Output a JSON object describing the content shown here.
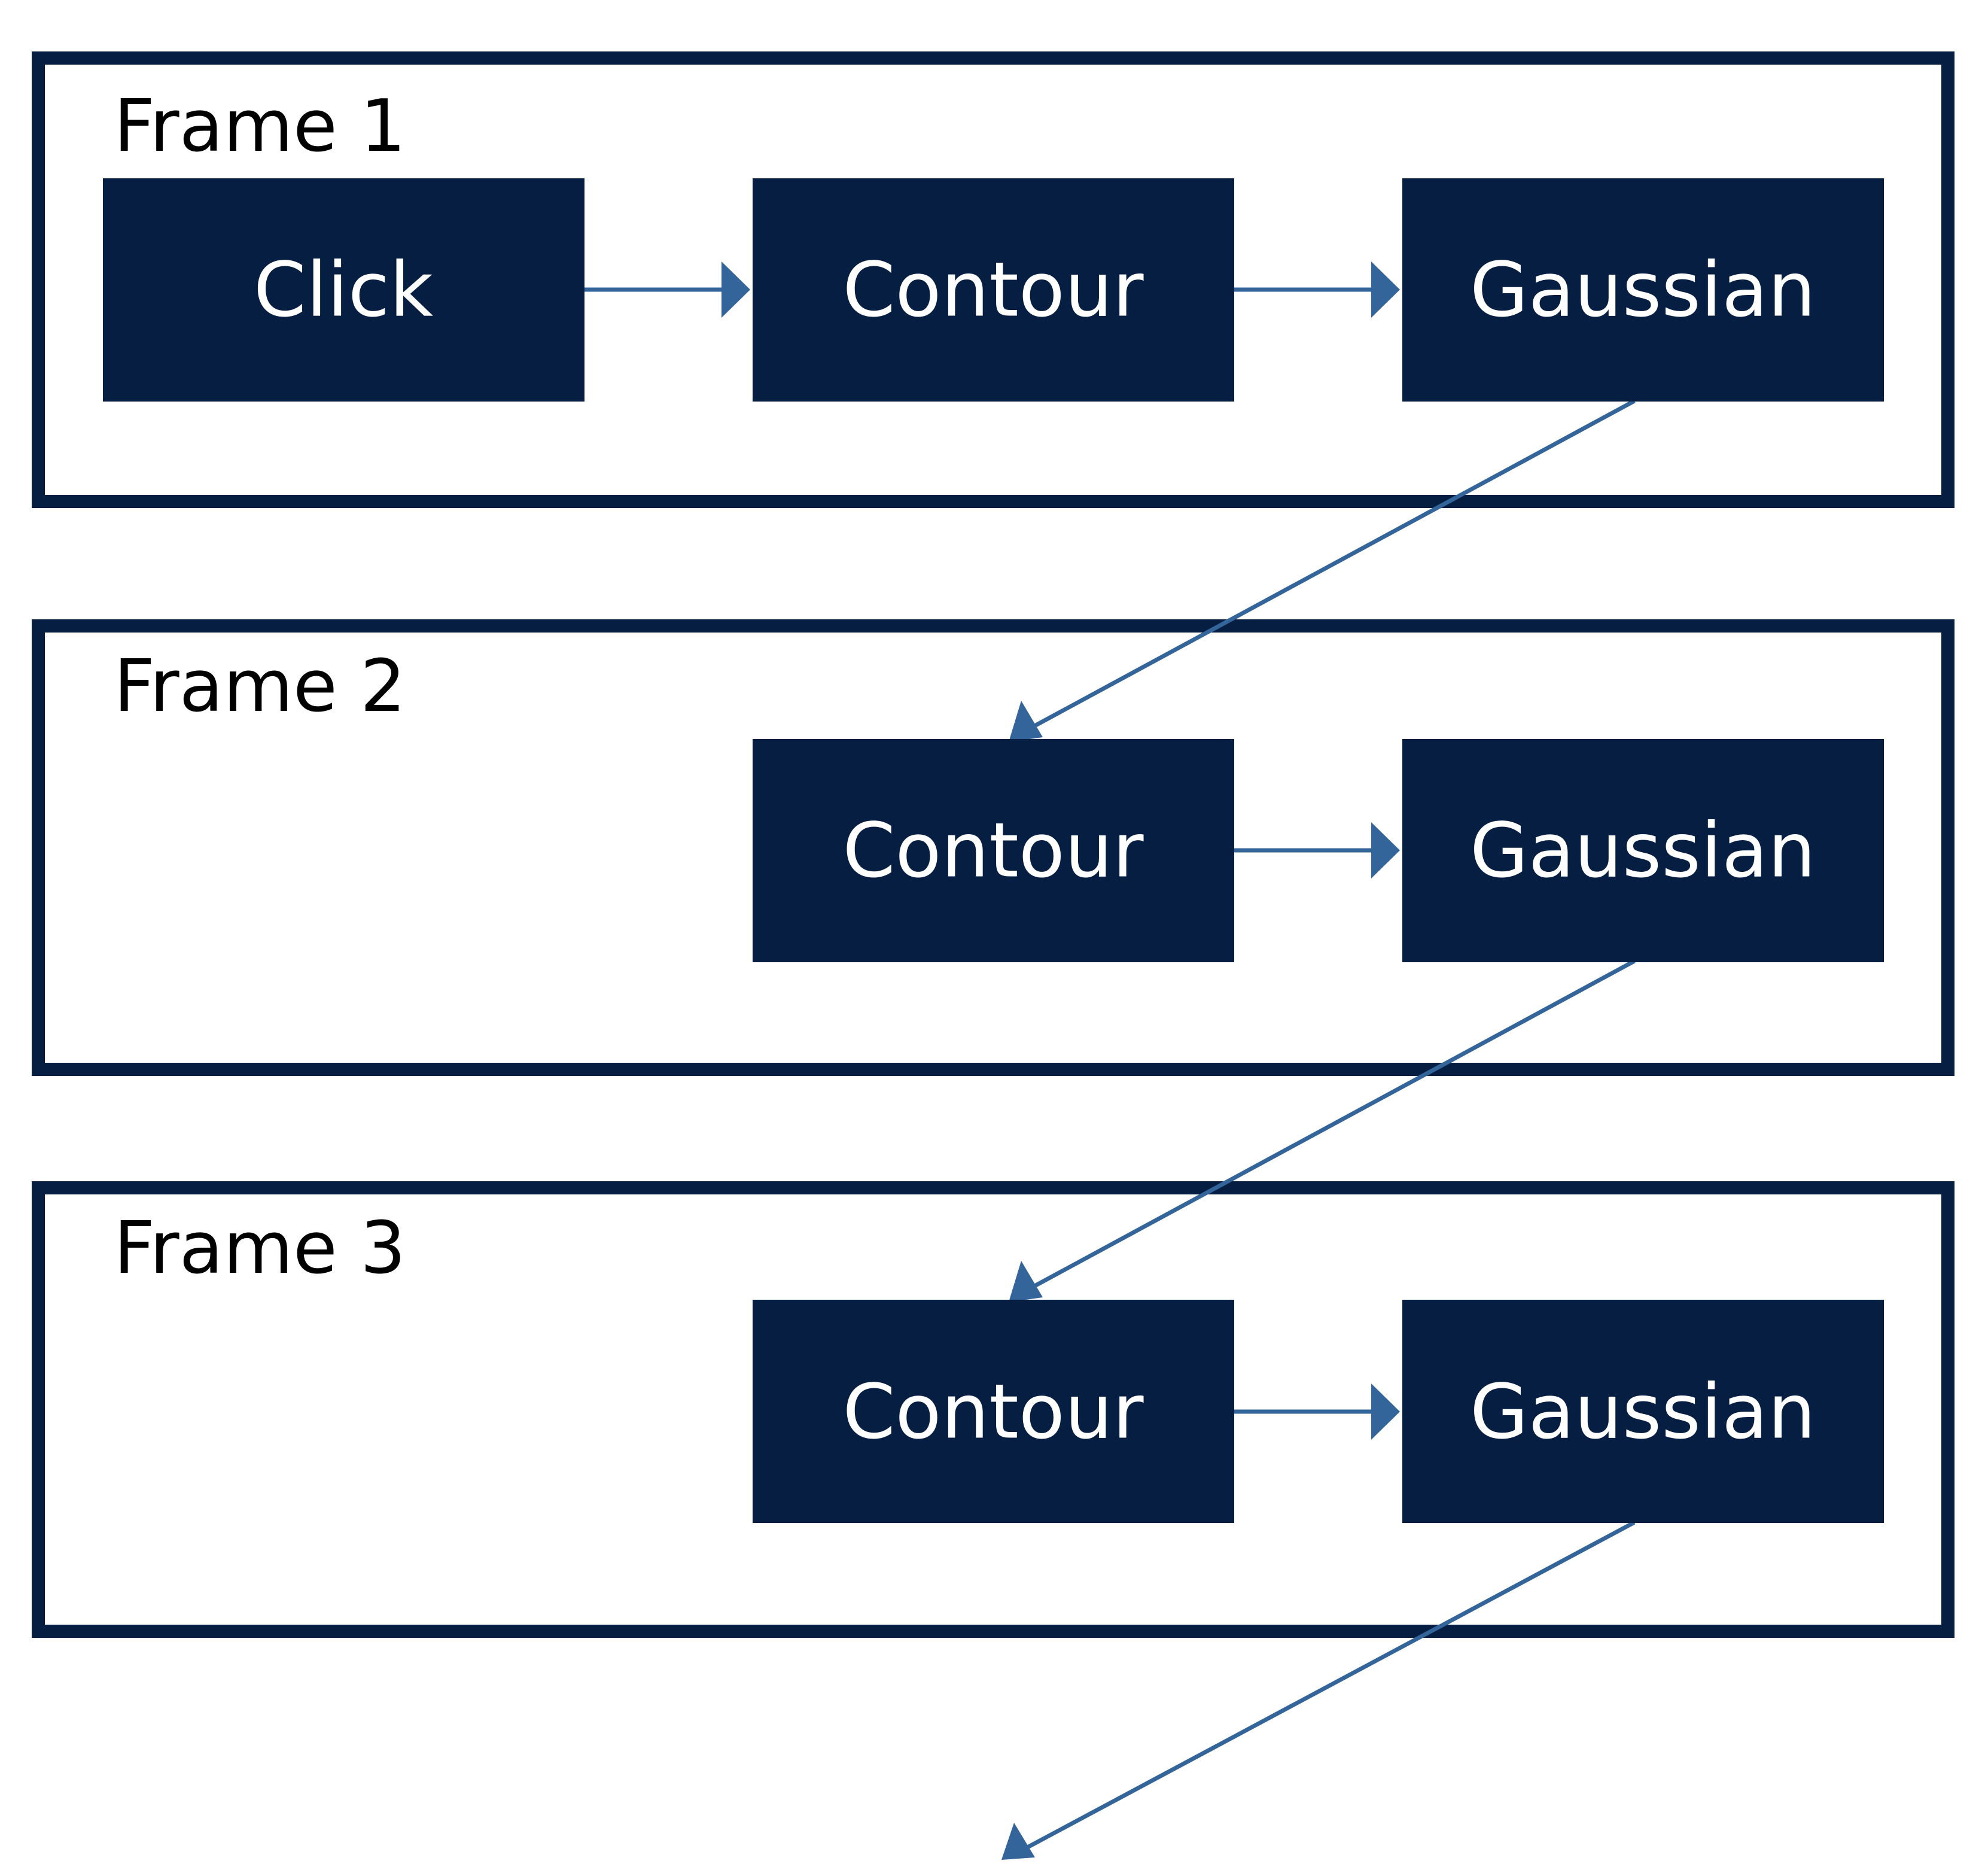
{
  "colors": {
    "frame_border": "#061e41",
    "node_fill": "#061e41",
    "node_text": "#ffffff",
    "frame_label_text": "#000000",
    "edge": "#33659a",
    "background": "#ffffff"
  },
  "frames": [
    {
      "label": "Frame 1",
      "nodes": [
        {
          "label": "Click"
        },
        {
          "label": "Contour"
        },
        {
          "label": "Gaussian"
        }
      ]
    },
    {
      "label": "Frame 2",
      "nodes": [
        {
          "label": "Contour"
        },
        {
          "label": "Gaussian"
        }
      ]
    },
    {
      "label": "Frame 3",
      "nodes": [
        {
          "label": "Contour"
        },
        {
          "label": "Gaussian"
        }
      ]
    }
  ],
  "edges": [
    {
      "from": "Click",
      "to": "Contour",
      "frame": "Frame 1"
    },
    {
      "from": "Contour",
      "to": "Gaussian",
      "frame": "Frame 1"
    },
    {
      "from": "Gaussian (Frame 1)",
      "to": "Contour (Frame 2)"
    },
    {
      "from": "Contour",
      "to": "Gaussian",
      "frame": "Frame 2"
    },
    {
      "from": "Gaussian (Frame 2)",
      "to": "Contour (Frame 3)"
    },
    {
      "from": "Contour",
      "to": "Gaussian",
      "frame": "Frame 3"
    },
    {
      "from": "Gaussian (Frame 3)",
      "to": ""
    }
  ]
}
